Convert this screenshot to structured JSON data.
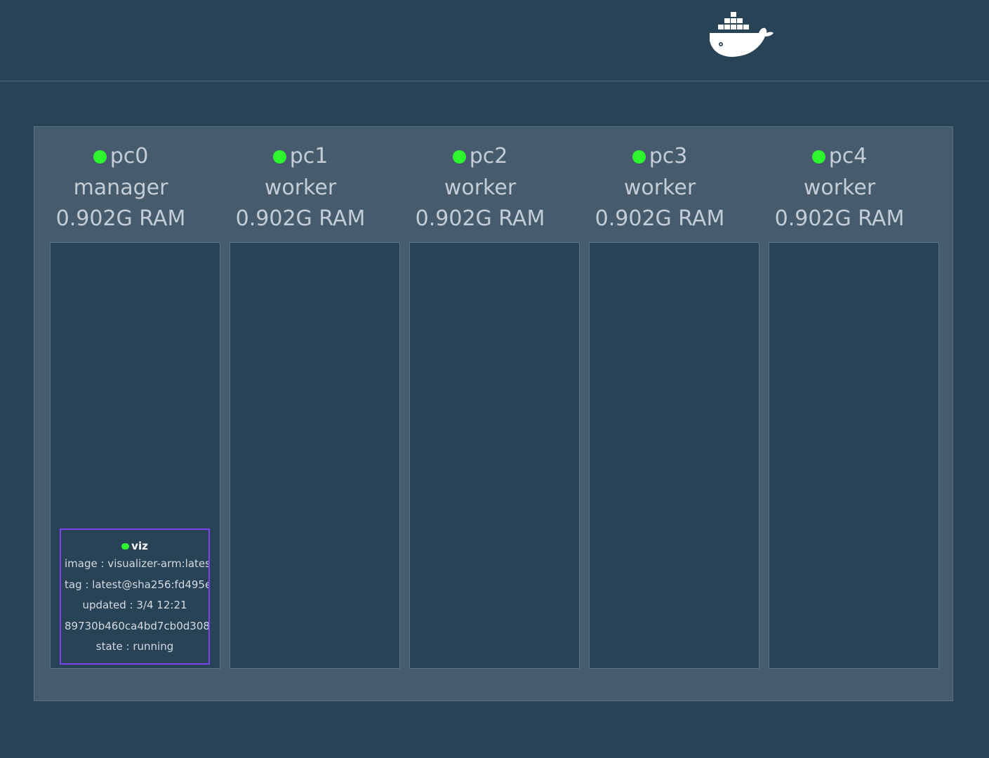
{
  "header": {
    "logo_icon": "docker-whale-icon"
  },
  "colors": {
    "background": "#284256",
    "cluster_panel": "#465c6d",
    "status_ok": "#2ef52e",
    "service_border": "#7a43f0"
  },
  "nodes": [
    {
      "name": "pc0",
      "role": "manager",
      "ram": "0.902G RAM",
      "status": "ready"
    },
    {
      "name": "pc1",
      "role": "worker",
      "ram": "0.902G RAM",
      "status": "ready"
    },
    {
      "name": "pc2",
      "role": "worker",
      "ram": "0.902G RAM",
      "status": "ready"
    },
    {
      "name": "pc3",
      "role": "worker",
      "ram": "0.902G RAM",
      "status": "ready"
    },
    {
      "name": "pc4",
      "role": "worker",
      "ram": "0.902G RAM",
      "status": "ready"
    }
  ],
  "service": {
    "name": "viz",
    "image": "image : visualizer-arm:lates",
    "tag": "tag : latest@sha256:fd495e",
    "updated": "updated : 3/4 12:21",
    "id": "89730b460ca4bd7cb0d308",
    "state": "state : running"
  }
}
